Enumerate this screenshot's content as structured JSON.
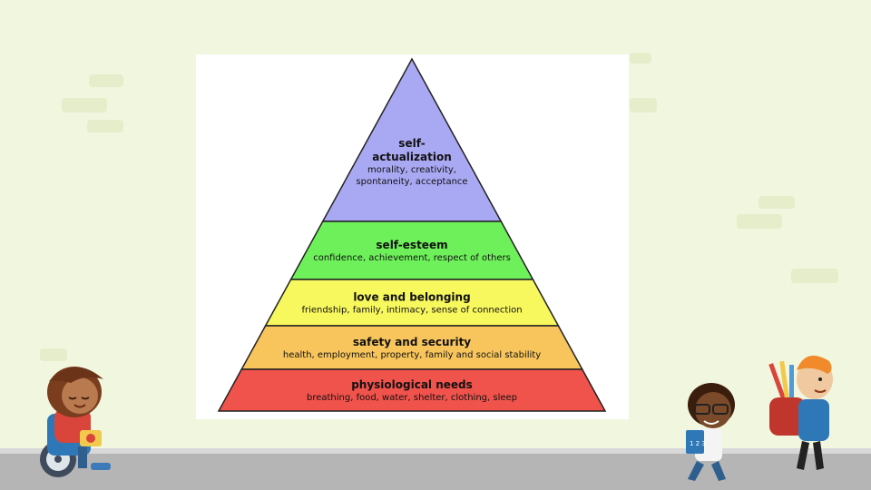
{
  "diagram": {
    "type": "pyramid",
    "levels": [
      {
        "title_lines": [
          "self-",
          "actualization"
        ],
        "description_lines": [
          "morality, creativity,",
          "spontaneity, acceptance"
        ],
        "color": "#a9a8f3"
      },
      {
        "title_lines": [
          "self-esteem"
        ],
        "description_lines": [
          "confidence, achievement, respect of others"
        ],
        "color": "#6ef05a"
      },
      {
        "title_lines": [
          "love and belonging"
        ],
        "description_lines": [
          "friendship, family, intimacy, sense of connection"
        ],
        "color": "#f7f75e"
      },
      {
        "title_lines": [
          "safety and security"
        ],
        "description_lines": [
          "health, employment, property, family and social stability"
        ],
        "color": "#f8c55c"
      },
      {
        "title_lines": [
          "physiological needs"
        ],
        "description_lines": [
          "breathing, food, water, shelter, clothing, sleep"
        ],
        "color": "#f0524c"
      }
    ]
  },
  "theme": {
    "background": "#f1f6df",
    "sidewalk": "#b5b5b5"
  },
  "decorations": {
    "characters": [
      "girl-in-wheelchair",
      "boy-with-book",
      "boy-with-backpack"
    ]
  }
}
